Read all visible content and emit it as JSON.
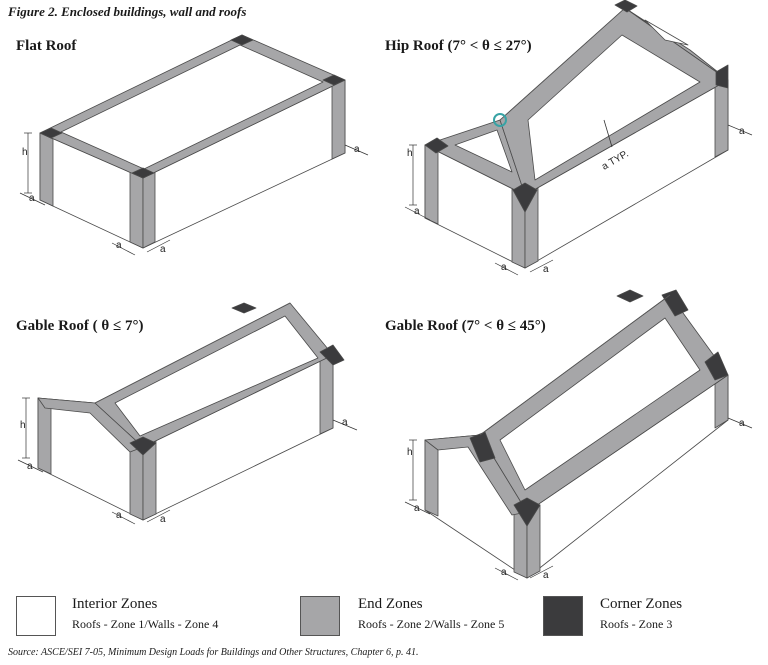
{
  "figure_title": "Figure 2. Enclosed buildings, wall and roofs",
  "panels": {
    "flat": {
      "title": "Flat Roof"
    },
    "hip": {
      "title": "Hip Roof (7° < θ ≤ 27°)",
      "typ_label": "a TYP."
    },
    "gable_low": {
      "title": "Gable Roof ( θ ≤ 7°)"
    },
    "gable_high": {
      "title": "Gable Roof (7° < θ ≤ 45°)"
    }
  },
  "dims": {
    "h": "h",
    "a": "a"
  },
  "legend": [
    {
      "title": "Interior Zones",
      "subtitle": "Roofs - Zone 1/Walls - Zone 4",
      "color": "#ffffff"
    },
    {
      "title": "End Zones",
      "subtitle": "Roofs - Zone 2/Walls - Zone 5",
      "color": "#a6a6a8"
    },
    {
      "title": "Corner Zones",
      "subtitle": "Roofs - Zone 3",
      "color": "#3b3b3d"
    }
  ],
  "source": "Source:  ASCE/SEI 7-05,  Minimum Design Loads for Buildings and Other Structures, Chapter 6,  p. 41."
}
